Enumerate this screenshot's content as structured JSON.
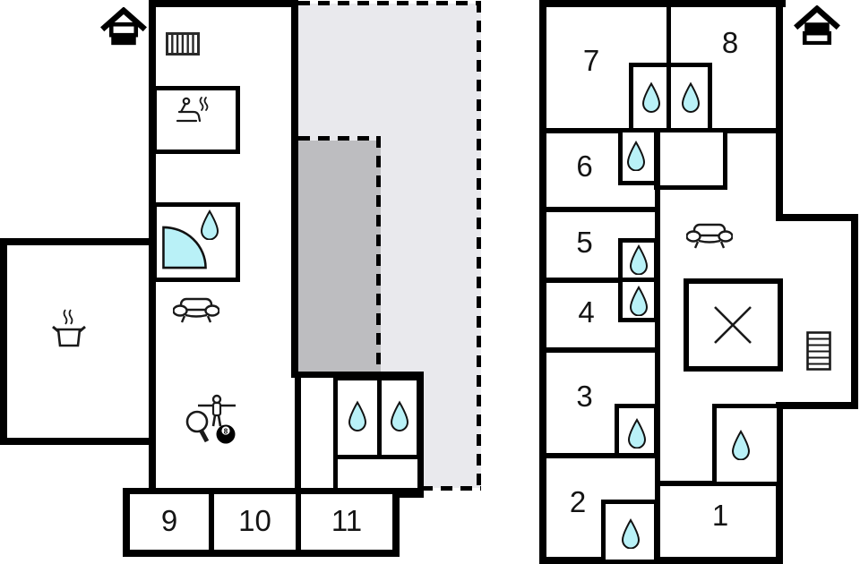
{
  "colors": {
    "wall": "#000000",
    "terrace_light": "#e9e9ed",
    "terrace_dark": "#bdbdc0",
    "water_fill": "#b9f1f7",
    "line": "#1a1a1a",
    "background": "#ffffff"
  },
  "rooms": {
    "r1": "1",
    "r2": "2",
    "r3": "3",
    "r4": "4",
    "r5": "5",
    "r6": "6",
    "r7": "7",
    "r8": "8",
    "r9": "9",
    "r10": "10",
    "r11": "11"
  },
  "icons": {
    "north_house": "north-house-indicator",
    "water_drop": "water-drop",
    "corner_shower": "corner-shower",
    "sauna": "sauna-person",
    "radiator": "radiator",
    "cooking_pot": "cooking-pot",
    "sofa": "sofa-top-view",
    "game_table": "table-tennis-foosball-billiards",
    "stairs": "stairs",
    "x_mark": "x-marked-area",
    "eight_ball_label": "8"
  }
}
